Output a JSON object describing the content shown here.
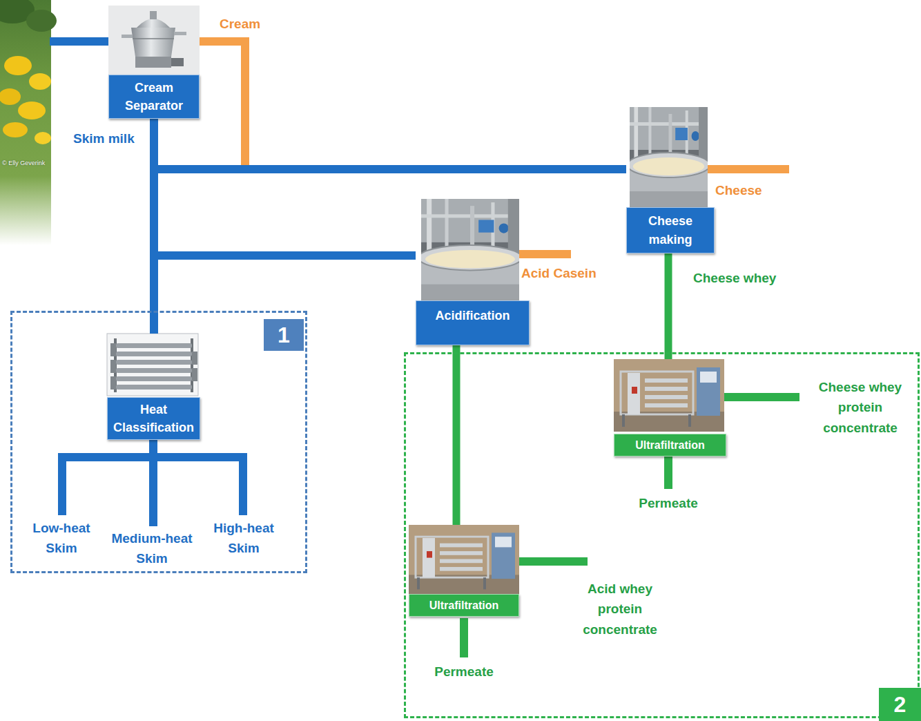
{
  "diagram": {
    "nodes": [
      {
        "text": [
          "Cream Separator"
        ]
      },
      {
        "text": [
          "Cheese making"
        ]
      },
      {
        "text": [
          "Acidification"
        ]
      },
      {
        "text": [
          "1"
        ]
      },
      {
        "text": [
          "Heat Classification"
        ],
        "in": 3
      },
      {
        "text": [
          "2"
        ]
      },
      {
        "text": [
          "Ultrafiltration"
        ],
        "in": 5
      },
      {
        "text": [
          "Ultrafiltration"
        ],
        "in": 5
      }
    ],
    "edges": [
      {
        "from": 0,
        "to": 1,
        "label": "Cream",
        "arrow": "none"
      },
      {
        "from": 0,
        "to": 4,
        "label": "Skim milk",
        "arrow": "none"
      },
      {
        "from": 0,
        "to": 1,
        "arrow": "none"
      },
      {
        "from": 0,
        "to": 2,
        "arrow": "none"
      },
      {
        "from": 1,
        "to": 6,
        "label": "Cheese whey",
        "arrow": "none"
      },
      {
        "from": 2,
        "to": 7,
        "arrow": "none"
      }
    ],
    "labels": [
      "© Elly Geverink",
      "Cheese",
      "Acid Casein",
      "Low-heat Skim",
      "Medium-heat Skim",
      "High-heat Skim",
      "Cheese whey protein concentrate",
      "Permeate",
      "Acid whey protein concentrate",
      "Permeate"
    ]
  }
}
